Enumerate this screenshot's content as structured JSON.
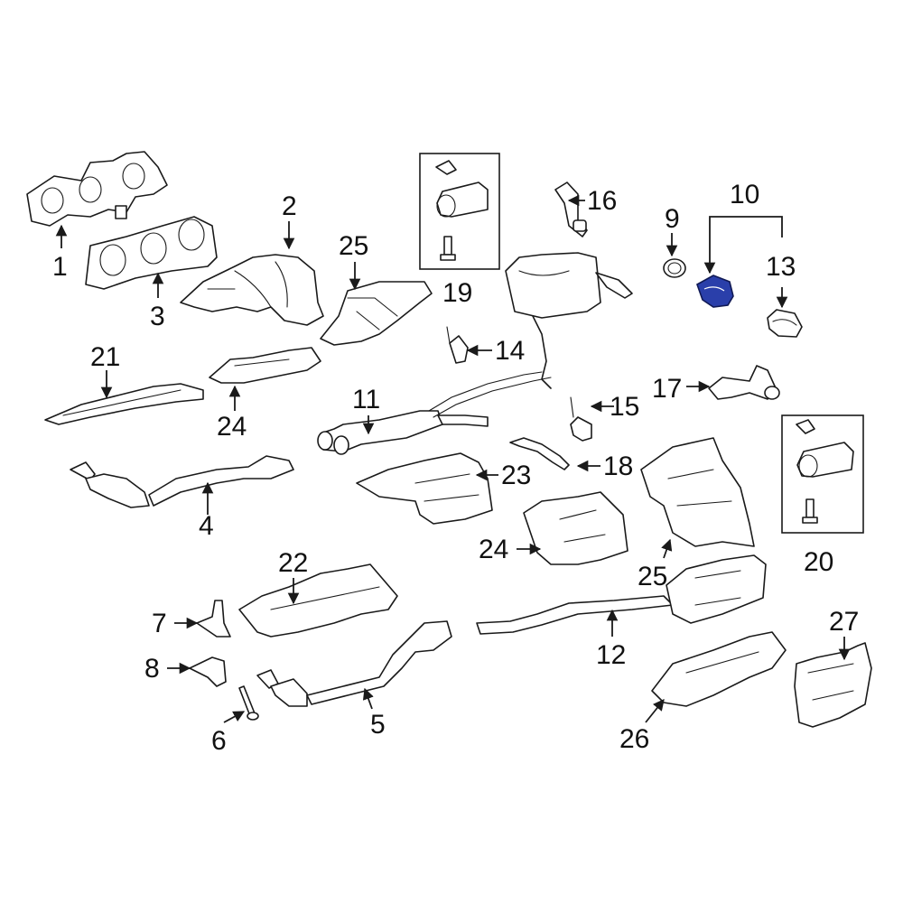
{
  "diagram": {
    "highlight_color": "#2a3faa",
    "callouts": [
      {
        "id": "c1",
        "label": "1"
      },
      {
        "id": "c2",
        "label": "2"
      },
      {
        "id": "c3",
        "label": "3"
      },
      {
        "id": "c4",
        "label": "4"
      },
      {
        "id": "c5",
        "label": "5"
      },
      {
        "id": "c6",
        "label": "6"
      },
      {
        "id": "c7",
        "label": "7"
      },
      {
        "id": "c8",
        "label": "8"
      },
      {
        "id": "c9",
        "label": "9"
      },
      {
        "id": "c10",
        "label": "10"
      },
      {
        "id": "c11",
        "label": "11"
      },
      {
        "id": "c12",
        "label": "12"
      },
      {
        "id": "c13",
        "label": "13"
      },
      {
        "id": "c14",
        "label": "14"
      },
      {
        "id": "c15",
        "label": "15"
      },
      {
        "id": "c16",
        "label": "16"
      },
      {
        "id": "c17",
        "label": "17"
      },
      {
        "id": "c18",
        "label": "18"
      },
      {
        "id": "c19",
        "label": "19"
      },
      {
        "id": "c20",
        "label": "20"
      },
      {
        "id": "c21",
        "label": "21"
      },
      {
        "id": "c22",
        "label": "22"
      },
      {
        "id": "c23",
        "label": "23"
      },
      {
        "id": "c24a",
        "label": "24"
      },
      {
        "id": "c24b",
        "label": "24"
      },
      {
        "id": "c25a",
        "label": "25"
      },
      {
        "id": "c25b",
        "label": "25"
      },
      {
        "id": "c26",
        "label": "26"
      },
      {
        "id": "c27",
        "label": "27"
      }
    ]
  }
}
